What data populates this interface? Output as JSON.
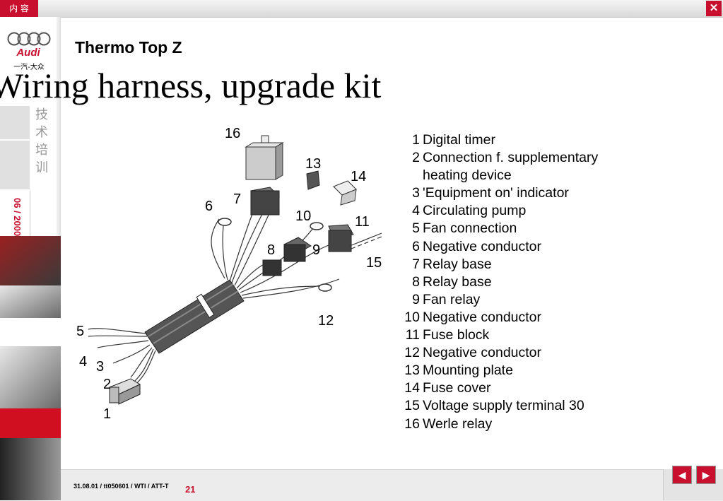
{
  "header": {
    "menu_label": "内 容",
    "close_label": "✕"
  },
  "sidebar": {
    "logo_word": "Audi",
    "logo_cn": "一汽-大众",
    "vertical_label": "技术培训",
    "date": "06 / 2000"
  },
  "page": {
    "subtitle": "Thermo Top Z",
    "title": "Wiring harness, upgrade kit"
  },
  "legend": [
    {
      "num": "1",
      "text": "Digital timer"
    },
    {
      "num": "2",
      "text": "Connection f. supplementary"
    },
    {
      "num": "",
      "text": "heating device"
    },
    {
      "num": "3",
      "text": "'Equipment on' indicator"
    },
    {
      "num": "4",
      "text": "Circulating pump"
    },
    {
      "num": "5",
      "text": "Fan connection"
    },
    {
      "num": "6",
      "text": "Negative conductor"
    },
    {
      "num": "7",
      "text": "Relay base"
    },
    {
      "num": "8",
      "text": "Relay base"
    },
    {
      "num": "9",
      "text": "Fan relay"
    },
    {
      "num": "10",
      "text": "Negative conductor"
    },
    {
      "num": "11",
      "text": "Fuse block"
    },
    {
      "num": "12",
      "text": "Negative conductor"
    },
    {
      "num": "13",
      "text": "Mounting plate"
    },
    {
      "num": "14",
      "text": "Fuse cover"
    },
    {
      "num": "15",
      "text": "Voltage supply terminal 30"
    },
    {
      "num": "16",
      "text": "Werle relay"
    }
  ],
  "diagram": {
    "callouts": [
      "16",
      "13",
      "14",
      "7",
      "6",
      "10",
      "11",
      "8",
      "9",
      "15",
      "12",
      "5",
      "4",
      "3",
      "2",
      "1"
    ]
  },
  "footer": {
    "reference": "31.08.01 / tt050601 / WTI / ATT-T",
    "page_number": "21",
    "prev_label": "◀",
    "next_label": "▶"
  },
  "colors": {
    "accent": "#c8102e",
    "grey_bar": "#e0e0e0"
  }
}
